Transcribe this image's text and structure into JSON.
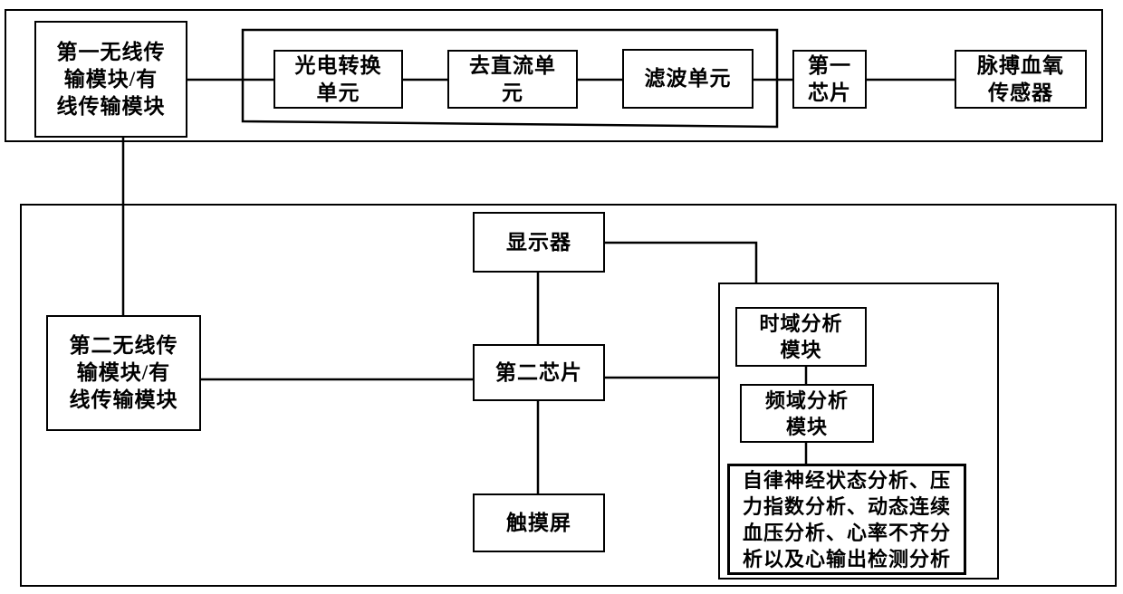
{
  "colors": {
    "line": "#000000",
    "background": "#ffffff",
    "text": "#000000"
  },
  "nodes": {
    "module1_label": "第一无线传\n输模块/有\n线传输模块",
    "photoelectric_label": "光电转换\n单元",
    "dc_removal_label": "去直流单\n元",
    "filter_label": "滤波单元",
    "chip1_label": "第一\n芯片",
    "pulse_oximeter_label": "脉搏血氧\n传感器",
    "display_label": "显示器",
    "module2_label": "第二无线传\n输模块/有\n线传输模块",
    "chip2_label": "第二芯片",
    "touchscreen_label": "触摸屏",
    "time_domain_label": "时域分析\n模块",
    "freq_domain_label": "频域分析\n模块",
    "analysis_functions_label": "自律神经状态分析、压\n力指数分析、动态连续\n血压分析、心率不齐分\n析以及心输出检测分析"
  }
}
